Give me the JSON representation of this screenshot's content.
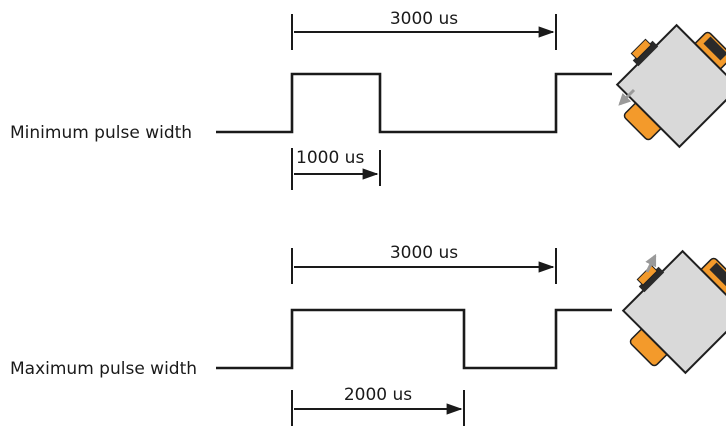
{
  "diagrams": [
    {
      "label": "Minimum pulse width",
      "period_label": "3000 us",
      "pulse_label": "1000 us",
      "period_us": 3000,
      "pulse_us": 1000
    },
    {
      "label": "Maximum pulse width",
      "period_label": "3000 us",
      "pulse_label": "2000 us",
      "period_us": 3000,
      "pulse_us": 2000
    }
  ],
  "colors": {
    "line": "#1a1a1a",
    "servo_body": "#d9d9d9",
    "servo_edge": "#1f1f1f",
    "servo_accent": "#f39a2b",
    "direction_arrow": "#9a9a9a"
  },
  "icons": [
    "servo-icon",
    "rotation-arrow-icon"
  ]
}
